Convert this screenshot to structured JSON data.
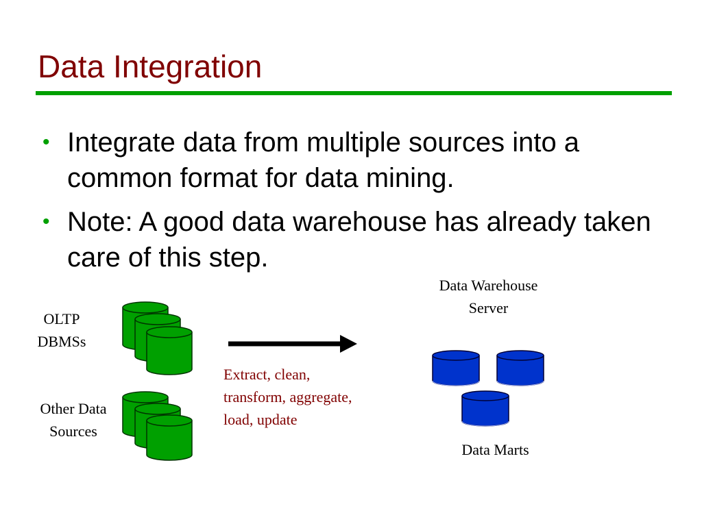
{
  "slide": {
    "title": "Data Integration",
    "bullets": [
      "Integrate data from multiple sources into a common format for data mining.",
      "Note: A good data warehouse has already taken care of this step."
    ],
    "bullet_glyph": "•"
  },
  "diagram": {
    "sources": [
      {
        "label": "OLTP\nDBMSs",
        "icon": "database-stack-icon",
        "color": "#00a000"
      },
      {
        "label": "Other Data\nSources",
        "icon": "database-stack-icon",
        "color": "#00a000"
      }
    ],
    "process_label": "Extract, clean,\ntransform, aggregate,\nload, update",
    "target": {
      "label": "Data Warehouse\nServer",
      "marts_label": "Data Marts",
      "icon": "database-icon",
      "color": "#0033cc"
    }
  },
  "colors": {
    "title": "#800000",
    "accent_green": "#00a000",
    "process_text": "#800000",
    "mart_blue": "#0033cc"
  }
}
